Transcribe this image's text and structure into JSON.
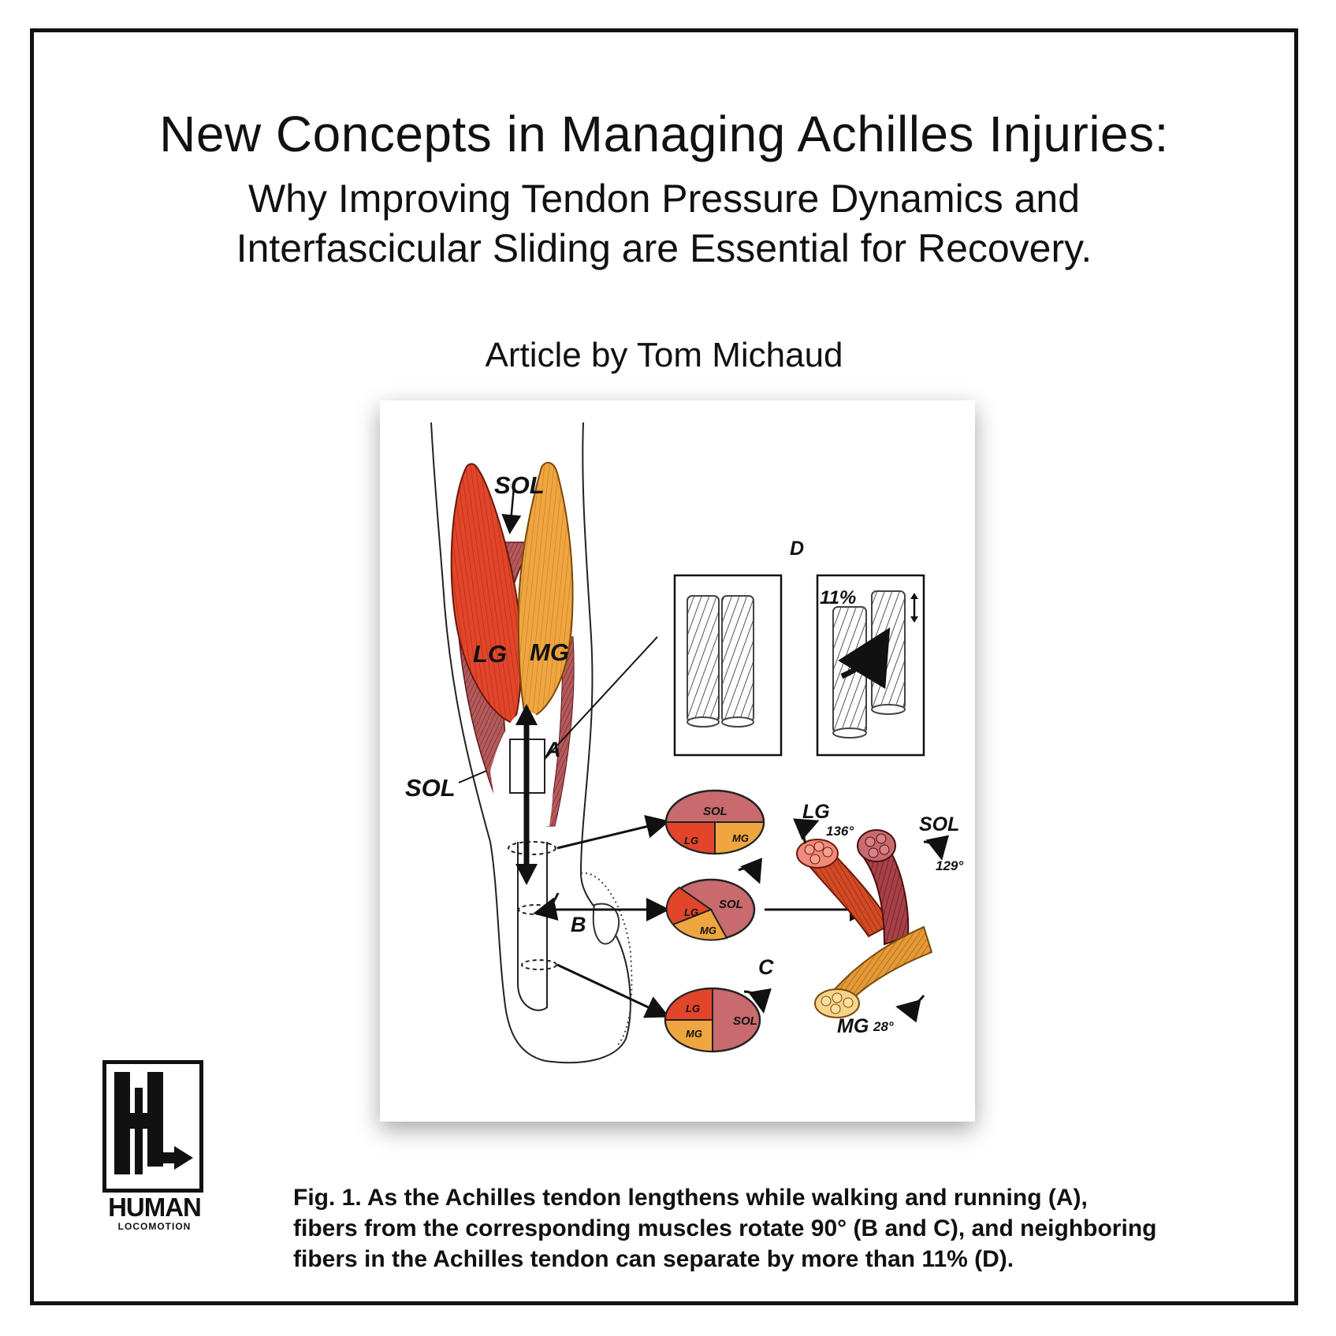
{
  "header": {
    "title": "New Concepts in Managing Achilles Injuries:",
    "subtitle_line1": "Why Improving Tendon Pressure Dynamics and",
    "subtitle_line2": "Interfascicular Sliding are Essential for Recovery.",
    "byline": "Article by Tom Michaud"
  },
  "figure": {
    "labels": {
      "sol_top": "SOL",
      "sol_side": "SOL",
      "lg": "LG",
      "mg": "MG",
      "a": "A",
      "b": "B",
      "c": "C",
      "d": "D",
      "percent": "11%",
      "lg_rot": "LG",
      "lg_deg": "136°",
      "sol_rot": "SOL",
      "sol_deg": "129°",
      "mg_rot": "MG",
      "mg_deg": "28°"
    },
    "sections": [
      {
        "sol": "SOL",
        "lg": "LG",
        "mg": "MG"
      },
      {
        "sol": "SOL",
        "lg": "LG",
        "mg": "MG"
      },
      {
        "sol": "SOL",
        "lg": "LG",
        "mg": "MG"
      }
    ],
    "colors": {
      "lg": "#e2452a",
      "mg": "#f0a640",
      "sol": "#c86a6e",
      "sol_dark": "#8a3a3a"
    }
  },
  "caption": {
    "line1": "Fig. 1. As the Achilles tendon lengthens while walking and running (A),",
    "line2": "fibers from the corresponding muscles rotate 90° (B and C), and neighboring",
    "line3": "fibers in the Achilles tendon can separate by more than 11% (D)."
  },
  "logo": {
    "human": "HUMAN",
    "locomotion": "LOCOMOTION"
  }
}
